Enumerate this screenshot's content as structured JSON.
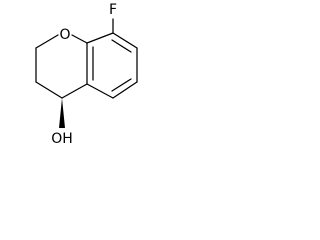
{
  "structure": {
    "atoms": {
      "fluorine": "F",
      "ring_oxygen": "O",
      "hydroxyl": "OH"
    },
    "stereochemistry": {
      "c4_hydroxyl_bond": "wedge"
    },
    "colors": {
      "bond": "#000000",
      "label": "#000000",
      "background": "#ffffff"
    }
  }
}
